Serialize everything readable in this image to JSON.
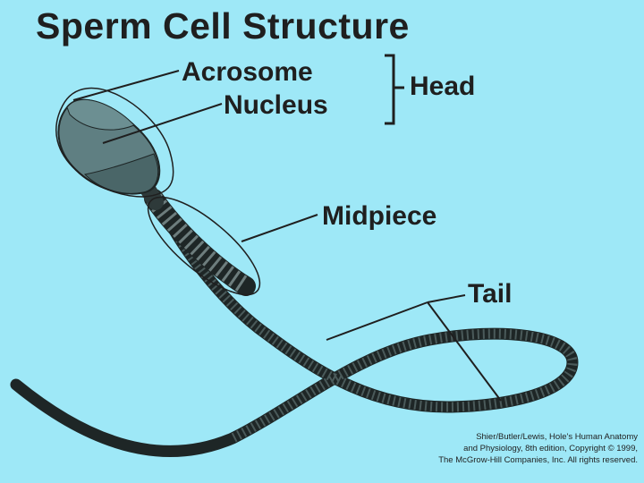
{
  "title": "Sperm Cell Structure",
  "labels": {
    "acrosome": "Acrosome",
    "nucleus": "Nucleus",
    "head": "Head",
    "midpiece": "Midpiece",
    "tail": "Tail"
  },
  "credit": {
    "line1": "Shier/Butler/Lewis, Hole's Human Anatomy",
    "line2": "and Physiology, 8th edition, Copyright © 1999,",
    "line3": "The McGrow-Hill Companies, Inc.  All rights reserved."
  },
  "colors": {
    "background": "#9ee8f7",
    "head_fill": "#5f7f82",
    "tail_fill": "#1e2626",
    "line": "#1f1f1f"
  }
}
